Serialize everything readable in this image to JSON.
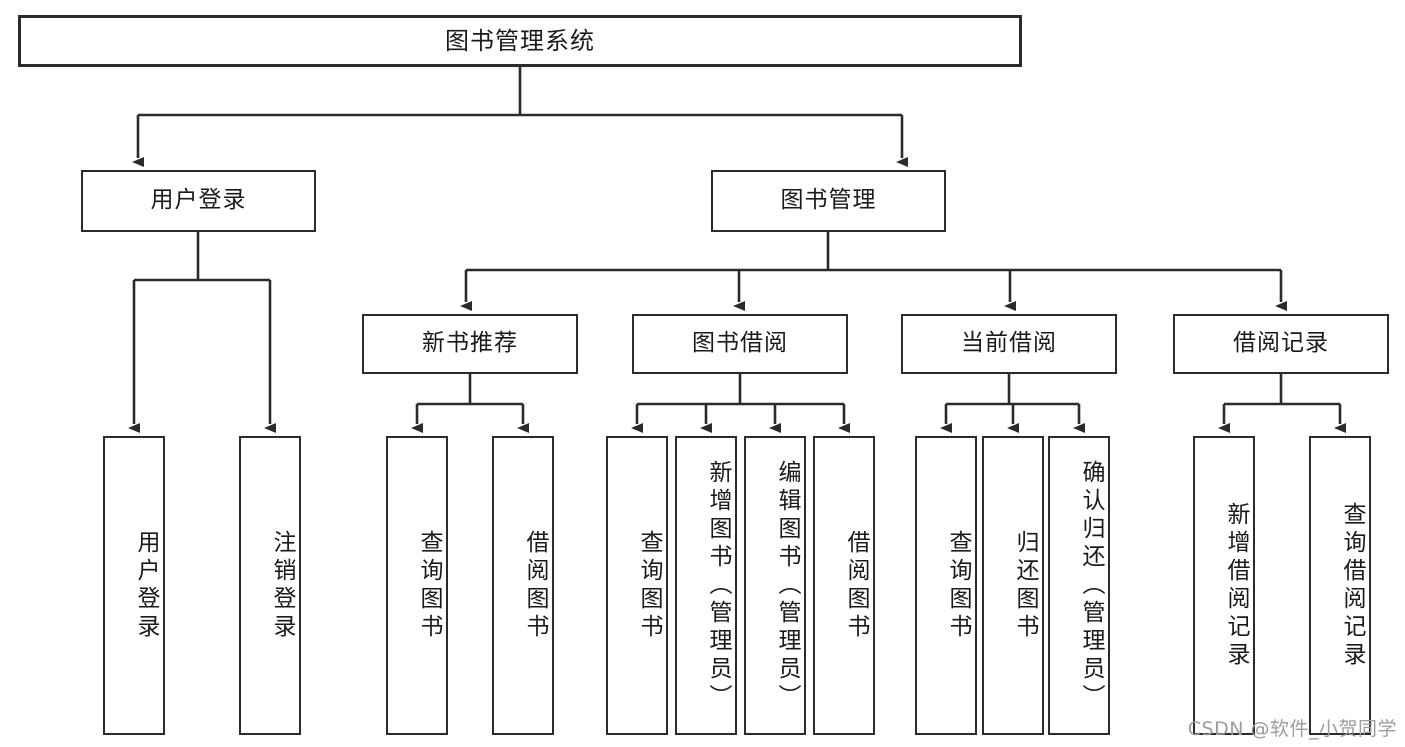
{
  "diagram": {
    "title": "图书管理系统",
    "type": "tree-hierarchy-diagram",
    "stroke_color": "#2b2b2b",
    "fill_color": "#ffffff",
    "nodes": {
      "root": {
        "label": "图书管理系统"
      },
      "level2": [
        {
          "label": "用户登录"
        },
        {
          "label": "图书管理"
        }
      ],
      "level3": [
        {
          "label": "新书推荐"
        },
        {
          "label": "图书借阅"
        },
        {
          "label": "当前借阅"
        },
        {
          "label": "借阅记录"
        }
      ],
      "leaves": {
        "user_login": [
          {
            "label": "用户登录"
          },
          {
            "label": "注销登录"
          }
        ],
        "new_book_recommend": [
          {
            "label": "查询图书"
          },
          {
            "label": "借阅图书"
          }
        ],
        "book_borrow": [
          {
            "label": "查询图书"
          },
          {
            "label": "新增图书（管理员）"
          },
          {
            "label": "编辑图书（管理员）"
          },
          {
            "label": "借阅图书"
          }
        ],
        "current_borrow": [
          {
            "label": "查询图书"
          },
          {
            "label": "归还图书"
          },
          {
            "label": "确认归还（管理员）"
          }
        ],
        "borrow_record": [
          {
            "label": "新增借阅记录"
          },
          {
            "label": "查询借阅记录"
          }
        ]
      }
    }
  },
  "watermark": {
    "text": "CSDN @软件_小贺同学"
  }
}
